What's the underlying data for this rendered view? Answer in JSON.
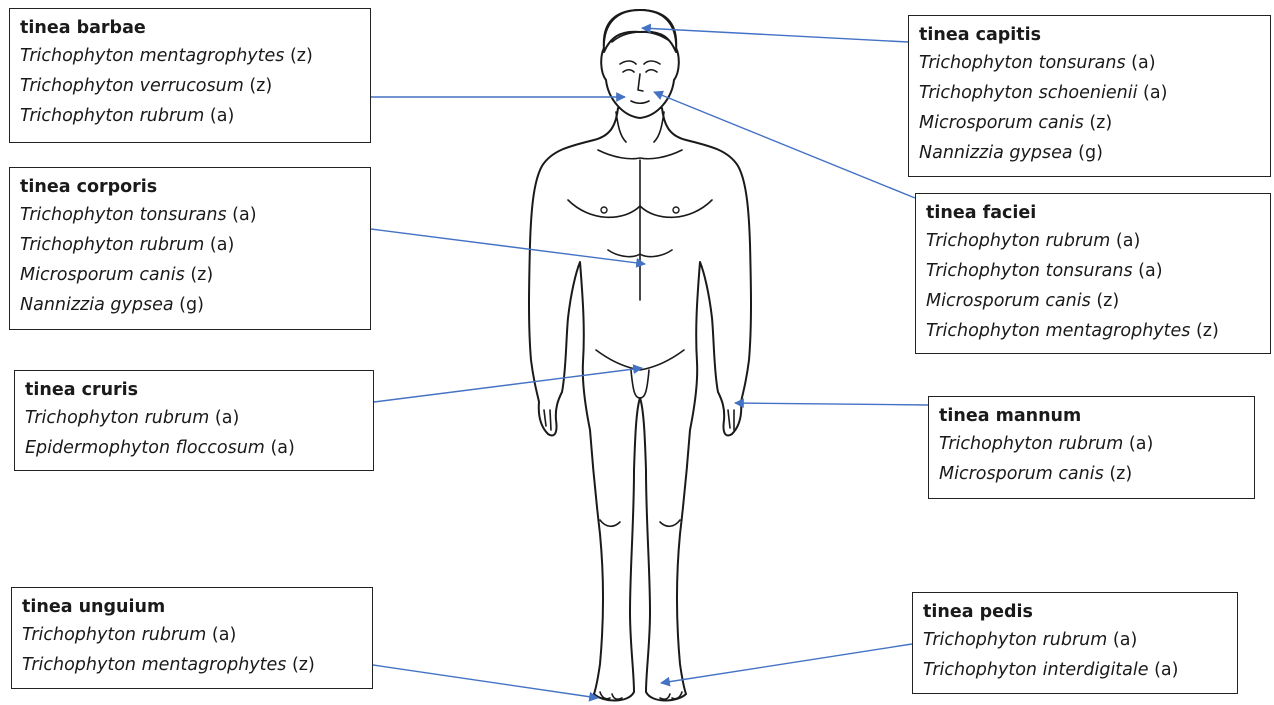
{
  "colors": {
    "arrow": "#4472c4",
    "outline": "#1a1a1a",
    "border": "#222222"
  },
  "labels": {
    "barbae": {
      "title": "tinea barbae",
      "items": [
        {
          "species": "Trichophyton mentagrophytes",
          "source": "(z)"
        },
        {
          "species": "Trichophyton verrucosum",
          "source": "(z)"
        },
        {
          "species": "Trichophyton rubrum",
          "source": "(a)"
        }
      ]
    },
    "corporis": {
      "title": "tinea corporis",
      "items": [
        {
          "species": "Trichophyton tonsurans",
          "source": "(a)"
        },
        {
          "species": "Trichophyton rubrum",
          "source": "(a)"
        },
        {
          "species": "Microsporum canis",
          "source": "(z)"
        },
        {
          "species": "Nannizzia gypsea",
          "source": "(g)"
        }
      ]
    },
    "cruris": {
      "title": "tinea cruris",
      "items": [
        {
          "species": "Trichophyton rubrum",
          "source": "(a)"
        },
        {
          "species": "Epidermophyton floccosum",
          "source": "(a)"
        }
      ]
    },
    "unguium": {
      "title": "tinea unguium",
      "items": [
        {
          "species": "Trichophyton rubrum",
          "source": "(a)"
        },
        {
          "species": "Trichophyton mentagrophytes",
          "source": "(z)"
        }
      ]
    },
    "capitis": {
      "title": "tinea capitis",
      "items": [
        {
          "species": "Trichophyton tonsurans",
          "source": "(a)"
        },
        {
          "species": "Trichophyton schoenienii",
          "source": "(a)"
        },
        {
          "species": "Microsporum canis",
          "source": "(z)"
        },
        {
          "species": "Nannizzia gypsea",
          "source": "(g)"
        }
      ]
    },
    "faciei": {
      "title": "tinea faciei",
      "items": [
        {
          "species": "Trichophyton rubrum",
          "source": "(a)"
        },
        {
          "species": "Trichophyton tonsurans",
          "source": "(a)"
        },
        {
          "species": "Microsporum canis",
          "source": "(z)"
        },
        {
          "species": "Trichophyton mentagrophytes",
          "source": "(z)"
        }
      ]
    },
    "mannum": {
      "title": "tinea mannum",
      "items": [
        {
          "species": "Trichophyton rubrum",
          "source": "(a)"
        },
        {
          "species": "Microsporum canis",
          "source": "(z)"
        }
      ]
    },
    "pedis": {
      "title": "tinea pedis",
      "items": [
        {
          "species": "Trichophyton rubrum",
          "source": "(a)"
        },
        {
          "species": "Trichophyton interdigitale",
          "source": "(a)"
        }
      ]
    }
  }
}
